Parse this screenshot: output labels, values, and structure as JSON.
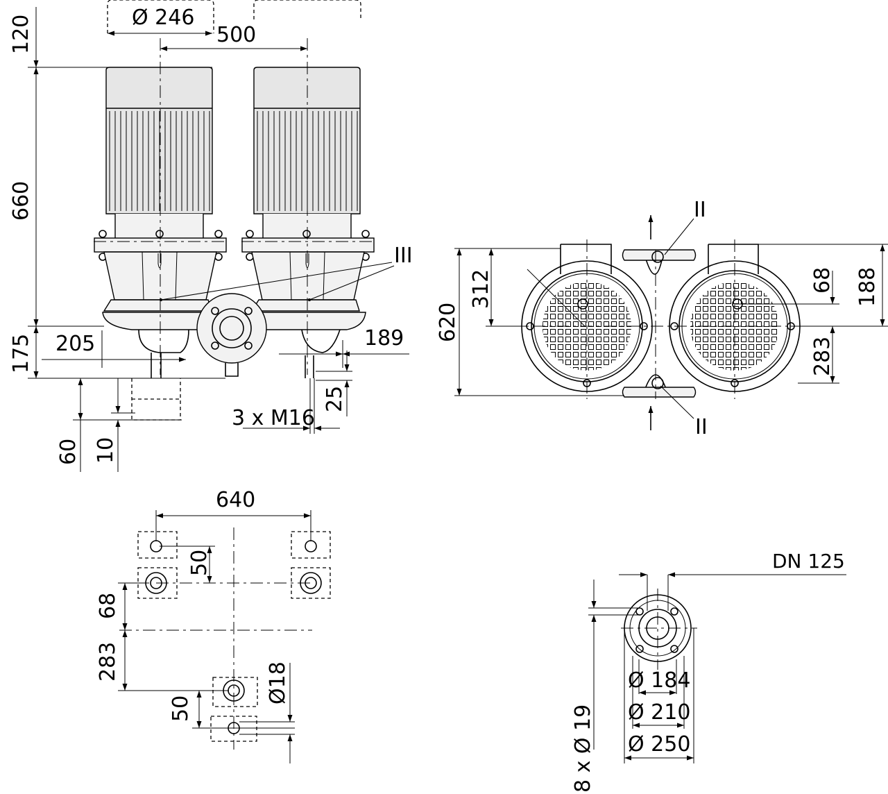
{
  "side_view": {
    "dim_diameter": "Ø 246",
    "dim_axis_spacing": "500",
    "dim_top_clearance": "120",
    "dim_motor_height": "660",
    "dim_base_height": "175",
    "dim_left_offset": "205",
    "dim_right_offset": "189",
    "dim_foot": "60",
    "dim_foot_small": "10",
    "dim_bolt_height": "25",
    "bolt_label": "3 x M16",
    "callout_iii": "III"
  },
  "top_view": {
    "dim_total_height": "620",
    "dim_upper_height": "312",
    "dim_upper_right": "68",
    "dim_lower_right": "283",
    "dim_right_height": "188",
    "callout_ii_top": "II",
    "callout_ii_bottom": "II"
  },
  "foundation_plan": {
    "dim_width": "640",
    "dim_upper_spacing": "50",
    "dim_offset_a": "68",
    "dim_offset_b": "283",
    "dim_lower_spacing": "50",
    "dim_hole": "Ø18"
  },
  "flange": {
    "dn_label": "DN 125",
    "dim_d184": "Ø 184",
    "dim_d210": "Ø 210",
    "dim_d250": "Ø 250",
    "dim_holes": "8 x Ø 19"
  },
  "icons": {
    "arrow": "flow-arrow-icon"
  }
}
